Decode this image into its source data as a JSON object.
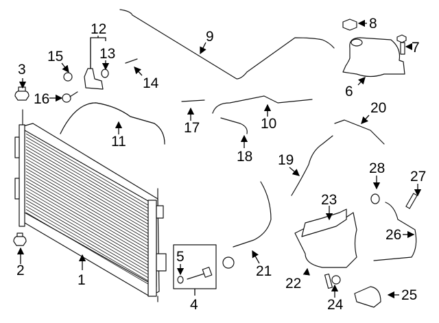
{
  "diagram": {
    "title_hidden": "",
    "callouts": [
      {
        "id": "1",
        "text": "1"
      },
      {
        "id": "2",
        "text": "2"
      },
      {
        "id": "3",
        "text": "3"
      },
      {
        "id": "4",
        "text": "4"
      },
      {
        "id": "5",
        "text": "5"
      },
      {
        "id": "6",
        "text": "6"
      },
      {
        "id": "7",
        "text": "7"
      },
      {
        "id": "8",
        "text": "8"
      },
      {
        "id": "9",
        "text": "9"
      },
      {
        "id": "10",
        "text": "10"
      },
      {
        "id": "11",
        "text": "11"
      },
      {
        "id": "12",
        "text": "12"
      },
      {
        "id": "13",
        "text": "13"
      },
      {
        "id": "14",
        "text": "14"
      },
      {
        "id": "15",
        "text": "15"
      },
      {
        "id": "16",
        "text": "16"
      },
      {
        "id": "17",
        "text": "17"
      },
      {
        "id": "18",
        "text": "18"
      },
      {
        "id": "19",
        "text": "19"
      },
      {
        "id": "20",
        "text": "20"
      },
      {
        "id": "21",
        "text": "21"
      },
      {
        "id": "22",
        "text": "22"
      },
      {
        "id": "23",
        "text": "23"
      },
      {
        "id": "24",
        "text": "24"
      },
      {
        "id": "25",
        "text": "25"
      },
      {
        "id": "26",
        "text": "26"
      },
      {
        "id": "27",
        "text": "27"
      },
      {
        "id": "28",
        "text": "28"
      }
    ]
  }
}
